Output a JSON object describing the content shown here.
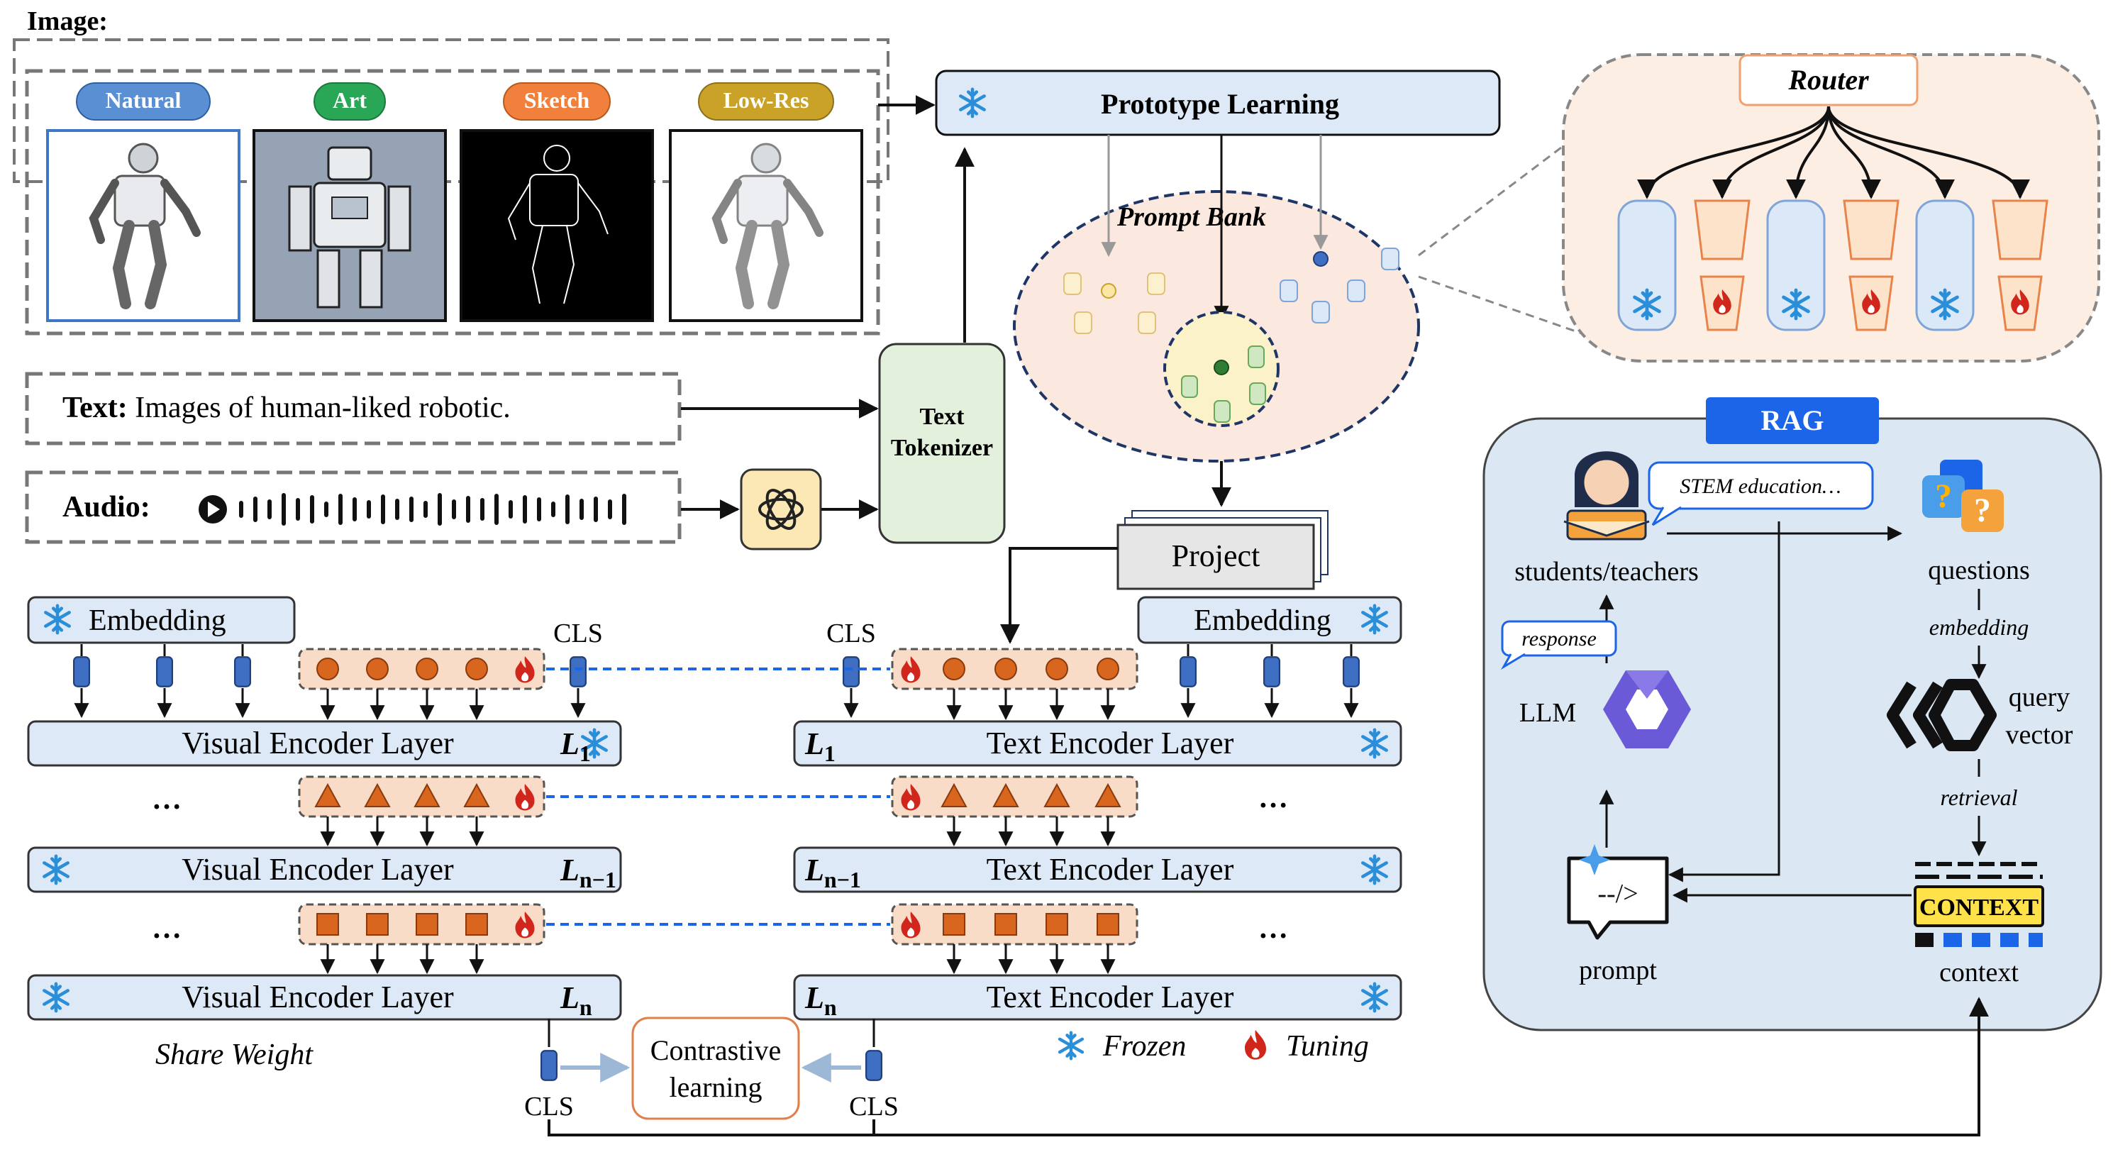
{
  "image_section": {
    "title": "Image:",
    "tags": [
      {
        "label": "Natural",
        "color": "#5b8fd4"
      },
      {
        "label": "Art",
        "color": "#2aa657"
      },
      {
        "label": "Sketch",
        "color": "#f0803c"
      },
      {
        "label": "Low-Res",
        "color": "#c9a227"
      }
    ]
  },
  "text_input": {
    "label": "Text:",
    "value": "Images of human-liked robotic."
  },
  "audio_input": {
    "label": "Audio:"
  },
  "tokenizer": {
    "line1": "Text",
    "line2": "Tokenizer"
  },
  "prototype_learning": "Prototype  Learning",
  "prompt_bank": "Prompt  Bank",
  "project": "Project",
  "router": "Router",
  "rag": {
    "title": "RAG",
    "students": "students/teachers",
    "bubble": "STEM education…",
    "questions": "questions",
    "embedding": "embedding",
    "query_line1": "query",
    "query_line2": "vector",
    "retrieval": "retrieval",
    "context_badge": "CONTEXT",
    "context": "context",
    "prompt": "prompt",
    "llm": "LLM",
    "response": "response"
  },
  "visual": {
    "embedding": "Embedding",
    "cls": "CLS",
    "layer": "Visual Encoder Layer",
    "dots": "…",
    "l1": "L",
    "l1_sub": "1",
    "ln1": "L",
    "ln1_sub": "n−1",
    "ln": "L",
    "ln_sub": "n"
  },
  "text_enc": {
    "embedding": "Embedding",
    "cls": "CLS",
    "layer": "Text Encoder Layer",
    "dots": "…",
    "l1": "L",
    "l1_sub": "1",
    "ln1": "L",
    "ln1_sub": "n−1",
    "ln": "L",
    "ln_sub": "n"
  },
  "share_weight": "Share Weight",
  "contrastive": {
    "line1": "Contrastive",
    "line2": "learning"
  },
  "legend": {
    "frozen": "Frozen",
    "tuning": "Tuning"
  },
  "colors": {
    "layer_fill": "#dde9f6",
    "prompt_fill": "#f9dcc8",
    "token_orange": "#d8661f",
    "token_blue": "#3f6fc2",
    "frozen_icon": "#2a8fd8",
    "tuning_icon": "#d0261b",
    "rag_panel": "#dbe7f3",
    "rag_title": "#1c64e8",
    "router_panel": "#fdeee4",
    "prompt_bank": "#fbe9df",
    "tokenizer": "#e3f1dc"
  }
}
